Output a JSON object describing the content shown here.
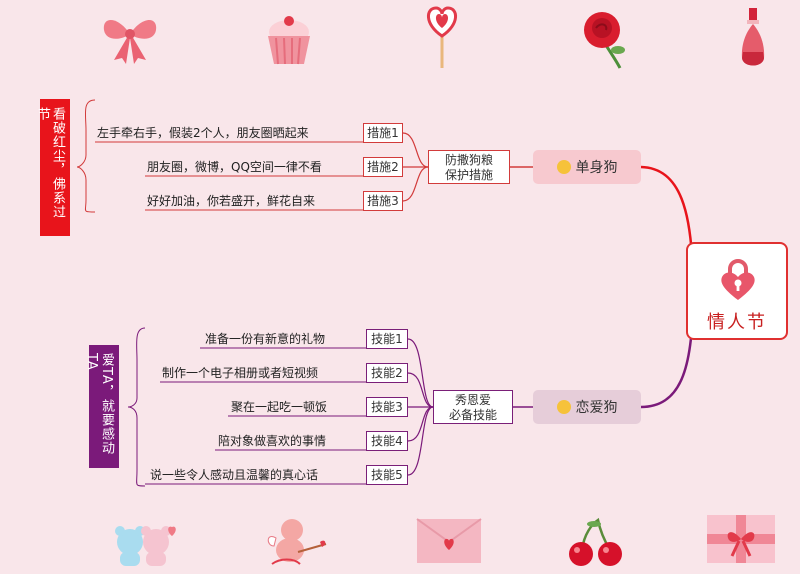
{
  "colors": {
    "red": "#e8141b",
    "purple": "#7b1a7a",
    "background": "#f9e6ea"
  },
  "root": {
    "label": "情人节",
    "icon": "heart-lock-icon"
  },
  "branch_single": {
    "label": "单身狗",
    "icon": "laughing-face-icon",
    "group_label_line1": "防撒狗粮",
    "group_label_line2": "保护措施",
    "items": [
      {
        "tag": "措施1",
        "text": "左手牵右手，假装2个人，朋友圈晒起来"
      },
      {
        "tag": "措施2",
        "text": "朋友圈，微博，QQ空间一律不看"
      },
      {
        "tag": "措施3",
        "text": "好好加油，你若盛开，鲜花自来"
      }
    ],
    "note": "看破红尘，佛系过节"
  },
  "branch_love": {
    "label": "恋爱狗",
    "icon": "heart-eyes-face-icon",
    "group_label_line1": "秀恩爱",
    "group_label_line2": "必备技能",
    "items": [
      {
        "tag": "技能1",
        "text": "准备一份有新意的礼物"
      },
      {
        "tag": "技能2",
        "text": "制作一个电子相册或者短视频"
      },
      {
        "tag": "技能3",
        "text": "聚在一起吃一顿饭"
      },
      {
        "tag": "技能4",
        "text": "陪对象做喜欢的事情"
      },
      {
        "tag": "技能5",
        "text": "说一些令人感动且温馨的真心话"
      }
    ],
    "note": "爱TA，就要感动TA"
  },
  "decorations": [
    "bow-icon",
    "cupcake-icon",
    "lollipop-icon",
    "rose-icon",
    "perfume-icon",
    "bears-icon",
    "cupid-icon",
    "envelope-icon",
    "cherries-icon",
    "gift-icon"
  ]
}
